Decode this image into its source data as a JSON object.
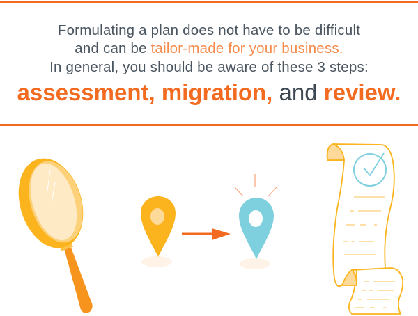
{
  "intro": {
    "line1": "Formulating a plan does not have to be difficult",
    "line2_prefix": "and can be ",
    "line2_highlight": "tailor-made for your business.",
    "line3": "In general, you should be aware of these 3 steps:"
  },
  "steps": {
    "step1": "assessment,",
    "step2": "migration,",
    "connector": "and",
    "step3": "review."
  },
  "illustrations": [
    "magnifying-glass-icon",
    "location-pin-icon",
    "arrow-right-icon",
    "location-pin-highlighted-icon",
    "checklist-scroll-icon"
  ],
  "colors": {
    "accent": "#f26b21",
    "yellow": "#fbb41d",
    "teal": "#7fd0de",
    "text": "#4a5560"
  }
}
